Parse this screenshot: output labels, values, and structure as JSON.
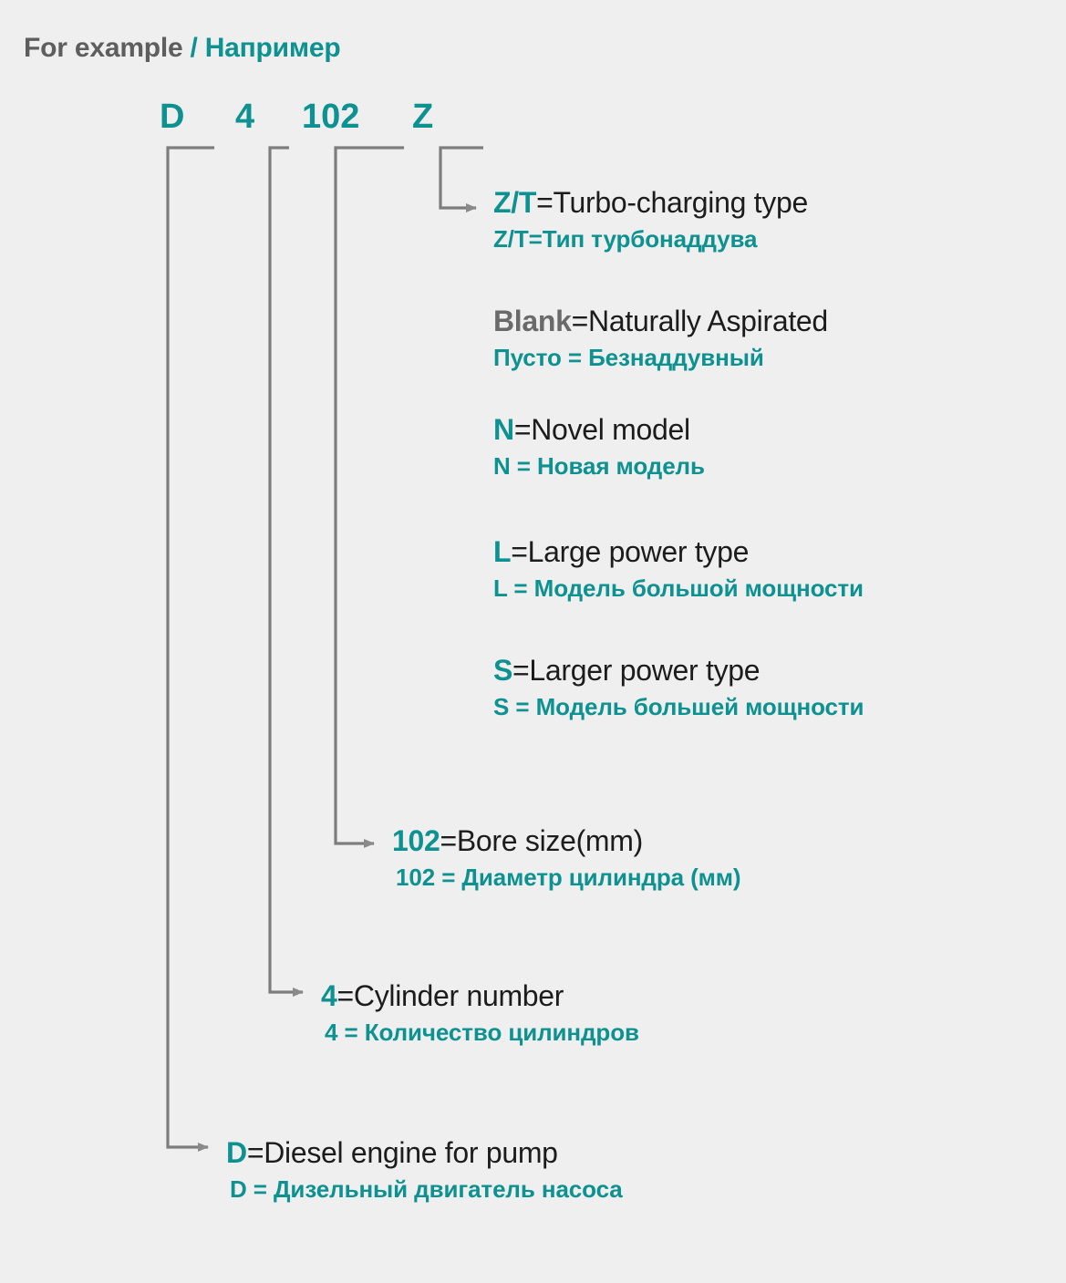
{
  "header": {
    "english": "For example",
    "separator": "/",
    "russian": "Например"
  },
  "code": {
    "chars": [
      "D",
      "4",
      "102",
      "Z"
    ]
  },
  "entries": [
    {
      "id": "zt",
      "key": "Z/T",
      "key_color": "teal",
      "en": "=Turbo-charging type",
      "ru": "Z/T=Тип турбонаддува"
    },
    {
      "id": "blank",
      "key": "Blank",
      "key_color": "gray",
      "en": "=Naturally Aspirated",
      "ru": "Пусто = Безнаддувный"
    },
    {
      "id": "novel",
      "key": "N",
      "key_color": "teal",
      "en": "=Novel model",
      "ru": "N = Новая модель"
    },
    {
      "id": "large",
      "key": "L",
      "key_color": "teal",
      "en": "=Large power type",
      "ru": "L = Модель большой мощности"
    },
    {
      "id": "larger",
      "key": "S",
      "key_color": "teal",
      "en": "=Larger power type",
      "ru": "S = Модель большей мощности"
    },
    {
      "id": "bore",
      "key": "102",
      "key_color": "teal",
      "en": "=Bore size(mm)",
      "ru": "102 = Диаметр цилиндра (мм)"
    },
    {
      "id": "cylinder",
      "key": "4",
      "key_color": "teal",
      "en": "=Cylinder number",
      "ru": "4 = Количество цилиндров"
    },
    {
      "id": "diesel",
      "key": "D",
      "key_color": "teal",
      "en": "=Diesel engine for pump",
      "ru": "D = Дизельный двигатель насоса"
    }
  ],
  "colors": {
    "background": "#efefef",
    "teal": "#0d9191",
    "gray_text": "#5e5e5e",
    "black_text": "#1c1c1c",
    "connector": "#7d7d7d"
  },
  "connectors": {
    "label": "leader-lines-from-code-characters-to-explanations"
  }
}
